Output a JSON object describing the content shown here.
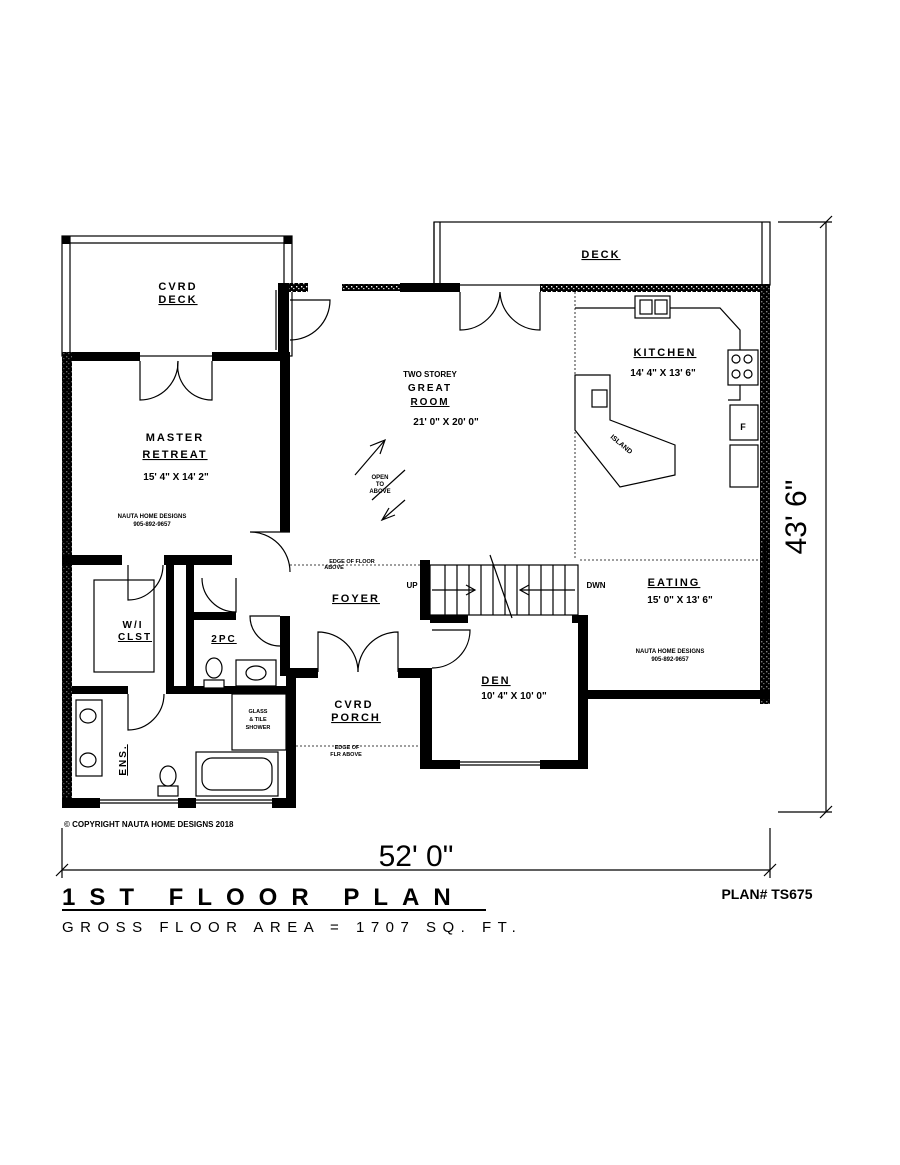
{
  "rooms": {
    "cvrd_deck_line1": "CVRD",
    "cvrd_deck_line2": "DECK",
    "deck": "DECK",
    "master_line1": "MASTER",
    "master_line2": "RETREAT",
    "master_dims": "15' 4\" X 14' 2\"",
    "great_line1": "TWO STOREY",
    "great_line2": "GREAT",
    "great_line3": "ROOM",
    "great_dims": "21' 0\" X 20' 0\"",
    "open_line1": "OPEN",
    "open_line2": "TO",
    "open_line3": "ABOVE",
    "kitchen": "KITCHEN",
    "kitchen_dims": "14' 4\" X 13' 6\"",
    "island": "ISLAND",
    "fridge": "F",
    "edge_floor_line1": "EDGE OF FLOOR",
    "edge_floor_line2": "ABOVE",
    "foyer": "FOYER",
    "up": "UP",
    "dwn": "DWN",
    "eating": "EATING",
    "eating_dims": "15' 0\" X 13' 6\"",
    "wi_line1": "W/I",
    "wi_line2": "CLST",
    "two_pc": "2PC",
    "den": "DEN",
    "den_dims": "10' 4\" X 10' 0\"",
    "cvrd_porch_line1": "CVRD",
    "cvrd_porch_line2": "PORCH",
    "edge_flr_line1": "EDGE OF",
    "edge_flr_line2": "FLR ABOVE",
    "glass_line1": "GLASS",
    "glass_line2": "& TILE",
    "glass_line3": "SHOWER",
    "ens": "ENS."
  },
  "watermarks": {
    "master_line1": "NAUTA HOME DESIGNS",
    "master_line2": "905-892-9657",
    "eating_line1": "NAUTA HOME DESIGNS",
    "eating_line2": "905-892-9657"
  },
  "copyright": "© COPYRIGHT NAUTA HOME DESIGNS 2018",
  "dimensions": {
    "width": "52' 0\"",
    "depth": "43' 6\""
  },
  "title": "1ST FLOOR PLAN",
  "plan_number": "PLAN# TS675",
  "gross_area": "GROSS FLOOR AREA = 1707 SQ. FT."
}
